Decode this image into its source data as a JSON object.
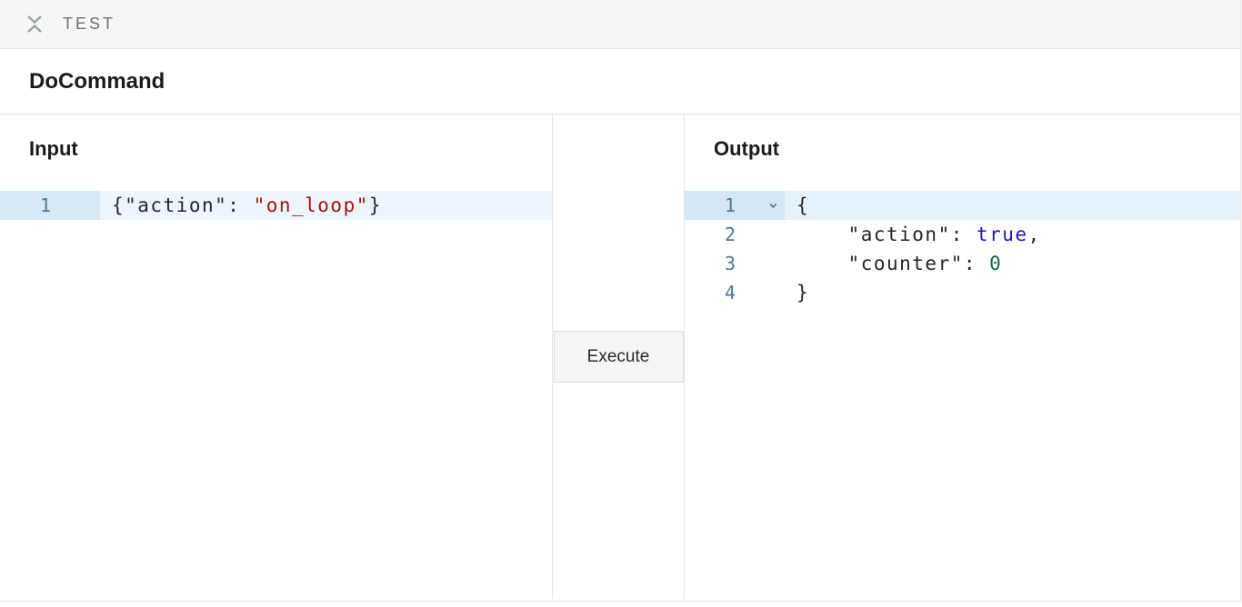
{
  "header": {
    "title": "TEST"
  },
  "command": {
    "title": "DoCommand"
  },
  "input_panel": {
    "title": "Input",
    "editor": {
      "active_line_bg": "#eef6fc",
      "active_gutter_bg": "#d9e8f5",
      "lines": [
        {
          "number": "1",
          "active": true,
          "fold": false,
          "tokens": [
            {
              "t": "text",
              "v": "{\"action\": "
            },
            {
              "t": "string",
              "v": "\"on_loop\""
            },
            {
              "t": "text",
              "v": "}"
            }
          ]
        }
      ]
    }
  },
  "execute": {
    "label": "Execute"
  },
  "output_panel": {
    "title": "Output",
    "editor": {
      "active_line_bg": "#e7f1fa",
      "active_gutter_bg": "#d6e6f3",
      "lines": [
        {
          "number": "1",
          "active": true,
          "fold": true,
          "tokens": [
            {
              "t": "text",
              "v": "{"
            }
          ]
        },
        {
          "number": "2",
          "active": false,
          "fold": false,
          "tokens": [
            {
              "t": "text",
              "v": "    \"action\": "
            },
            {
              "t": "atom",
              "v": "true"
            },
            {
              "t": "text",
              "v": ","
            }
          ]
        },
        {
          "number": "3",
          "active": false,
          "fold": false,
          "tokens": [
            {
              "t": "text",
              "v": "    \"counter\": "
            },
            {
              "t": "number",
              "v": "0"
            }
          ]
        },
        {
          "number": "4",
          "active": false,
          "fold": false,
          "tokens": [
            {
              "t": "text",
              "v": "}"
            }
          ]
        }
      ]
    }
  },
  "icons": {
    "collapse": "collapse-vertical-icon",
    "fold": "chevron-down-icon"
  },
  "colors": {
    "topbar_bg": "#f7f7f8",
    "border": "#e3e3e7",
    "heading_text": "#1b1b1e",
    "topbar_text": "#6e6e74",
    "line_number": "#4e7897",
    "fold_icon": "#477eae",
    "button_bg": "#f6f6f7",
    "button_border": "#dcdce1",
    "button_text": "#2a2a2e",
    "syntax": {
      "text": "#26262a",
      "string": "#a21111",
      "atom": "#2219a9",
      "number": "#116644"
    }
  }
}
